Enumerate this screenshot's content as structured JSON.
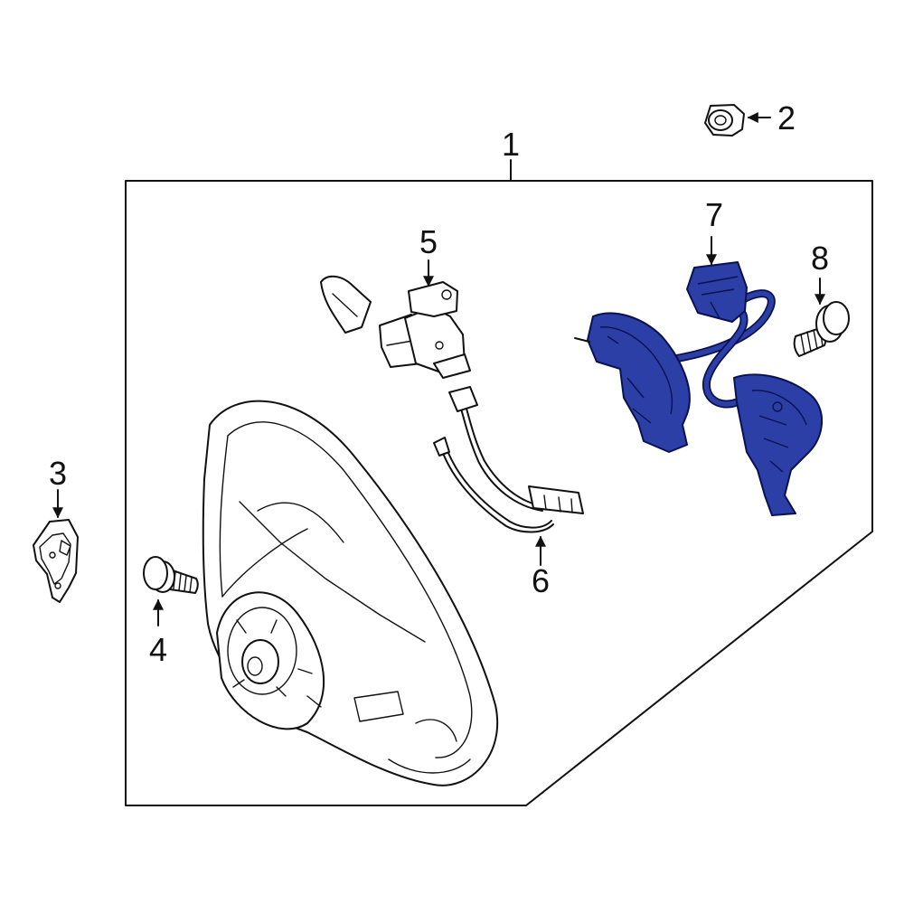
{
  "diagram": {
    "callouts": [
      {
        "id": "1",
        "label": "1"
      },
      {
        "id": "2",
        "label": "2"
      },
      {
        "id": "3",
        "label": "3"
      },
      {
        "id": "4",
        "label": "4"
      },
      {
        "id": "5",
        "label": "5"
      },
      {
        "id": "6",
        "label": "6"
      },
      {
        "id": "7",
        "label": "7"
      },
      {
        "id": "8",
        "label": "8"
      }
    ],
    "colors": {
      "line": "#111111",
      "highlight_fill": "#2b3fa6",
      "highlight_stroke": "#0a1150",
      "background": "#ffffff"
    }
  }
}
